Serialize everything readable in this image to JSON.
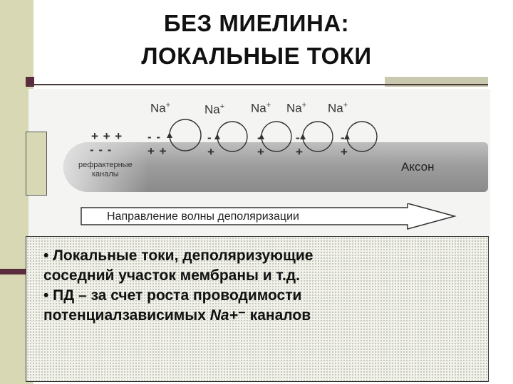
{
  "title": {
    "line1": "БЕЗ МИЕЛИНА:",
    "line2": "ЛОКАЛЬНЫЕ ТОКИ"
  },
  "diagram": {
    "ions": [
      "Na",
      "Na",
      "Na",
      "Na",
      "Na"
    ],
    "ion_charge": "+",
    "outer_left_charges": "+ + +",
    "inner_left_charges": "- - -",
    "pair_top": "- -",
    "pair_bottom": "+ +",
    "single_minus": "-",
    "single_plus": "+",
    "refractory_line1": "рефрактерные",
    "refractory_line2": "каналы",
    "axon_label": "Аксон",
    "arrow_label": "Направление волны деполяризации"
  },
  "text": {
    "line1": "• Локальные токи, деполяризующие",
    "line2": "соседний участок мембраны и т.д.",
    "line3": "• ПД – за счет роста проводимости",
    "line4_prefix": "потенциалзависимых ",
    "line4_ion": "Na+",
    "line4_suffix": "⁻ каналов"
  }
}
